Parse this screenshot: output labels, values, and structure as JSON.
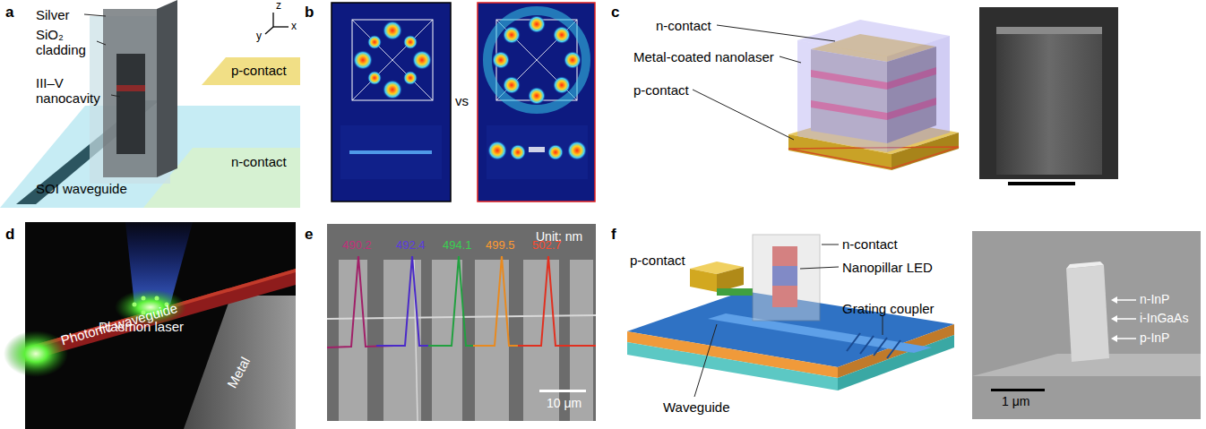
{
  "diagram": {
    "labels": [
      "a",
      "Silver",
      "SiO₂ cladding",
      "III–V nanocavity",
      "p-contact",
      "n-contact",
      "SOI waveguide",
      "z",
      "y",
      "x",
      "b",
      "vs",
      "c",
      "n-contact",
      "Metal-coated nanolaser",
      "p-contact",
      "d",
      "Plasmon laser",
      "Photonic waveguide",
      "Metal",
      "e",
      "Unit: nm",
      "490.2",
      "492.4",
      "494.1",
      "499.5",
      "502.7",
      "10 μm",
      "f",
      "p-contact",
      "n-contact",
      "Nanopillar LED",
      "Waveguide",
      "Grating coupler",
      "n-InP",
      "i-InGaAs",
      "p-InP",
      "1 μm"
    ]
  }
}
